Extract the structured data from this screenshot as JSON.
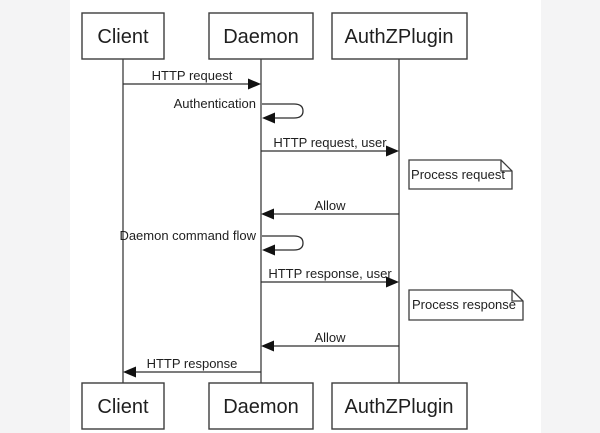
{
  "page": {
    "background": "#f4f4f5",
    "canvas_background": "#ffffff",
    "line_color": "#2e2e2e",
    "text_color": "#1f1f1f"
  },
  "diagram": {
    "type": "uml-sequence-diagram",
    "actors": [
      {
        "name": "Client"
      },
      {
        "name": "Daemon"
      },
      {
        "name": "AuthZPlugin"
      }
    ],
    "messages": [
      {
        "label": "HTTP request",
        "from": "Client",
        "to": "Daemon",
        "kind": "arrow"
      },
      {
        "label": "Authentication",
        "from": "Daemon",
        "to": "Daemon",
        "kind": "self-loop"
      },
      {
        "label": "HTTP request, user",
        "from": "Daemon",
        "to": "AuthZPlugin",
        "kind": "arrow"
      },
      {
        "label": "Process request",
        "at": "AuthZPlugin",
        "kind": "note"
      },
      {
        "label": "Allow",
        "from": "AuthZPlugin",
        "to": "Daemon",
        "kind": "arrow"
      },
      {
        "label": "Daemon command flow",
        "from": "Daemon",
        "to": "Daemon",
        "kind": "self-loop"
      },
      {
        "label": "HTTP response, user",
        "from": "Daemon",
        "to": "AuthZPlugin",
        "kind": "arrow"
      },
      {
        "label": "Process response",
        "at": "AuthZPlugin",
        "kind": "note"
      },
      {
        "label": "Allow",
        "from": "AuthZPlugin",
        "to": "Daemon",
        "kind": "arrow"
      },
      {
        "label": "HTTP response",
        "from": "Daemon",
        "to": "Client",
        "kind": "arrow"
      }
    ]
  }
}
